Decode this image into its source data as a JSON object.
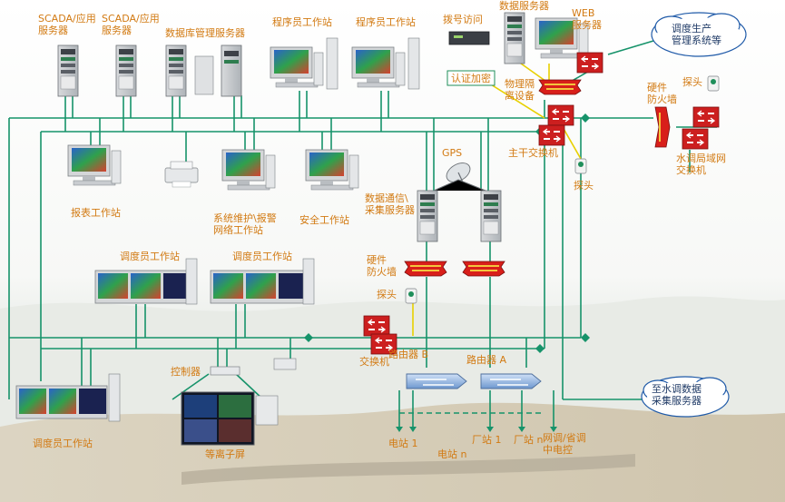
{
  "servers": {
    "scada1": "SCADA/应用\n服务器",
    "scada2": "SCADA/应用\n服务器",
    "db": "数据库管理服务器",
    "prog1": "程序员工作站",
    "prog2": "程序员工作站",
    "dial": "拨号访问",
    "data": "数据服务器",
    "web": "WEB\n服务器",
    "cloud_prod": "调度生产\n管理系统等"
  },
  "security": {
    "auth": "认证加密",
    "phys": "物理隔\n离设备",
    "hw_fw": "硬件\n防火墙",
    "probe": "探头",
    "main_switch": "主干交换机",
    "probe2": "探头",
    "wr_switch": "水调局域网\n交换机"
  },
  "middle": {
    "report": "报表工作站",
    "maint": "系统维护\\报警\n网络工作站",
    "safety": "安全工作站",
    "gps": "GPS",
    "comm": "数据通信\\\n采集服务器",
    "hw_fw2": "硬件\n防火墙",
    "probe3": "探头"
  },
  "lower": {
    "disp1": "调度员工作站",
    "disp2": "调度员工作站",
    "disp3": "调度员工作站",
    "controller": "控制器",
    "plasma": "等离子屏",
    "switch": "交换机",
    "router_b": "路由器 B",
    "router_a": "路由器 A",
    "cloud_water": "至水调数据\n采集服务器"
  },
  "stations": {
    "s1": "电站 1",
    "sn": "电站 n",
    "f1": "厂站 1",
    "fn": "厂站 n",
    "grid": "网调/省调\n中电控"
  },
  "colors": {
    "accent_green": "#16936a",
    "label_orange": "#d27a12",
    "firewall_red": "#cc1f1f"
  }
}
